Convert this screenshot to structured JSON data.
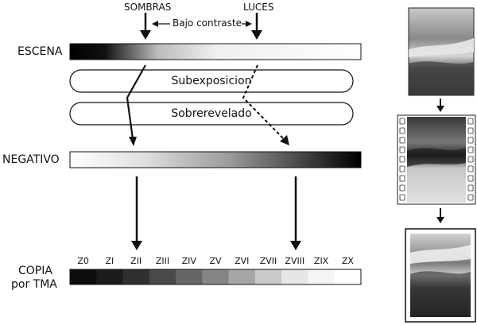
{
  "labels": {
    "sombras": "SOMBRAS",
    "luces": "LUCES",
    "bajo_contraste": "Bajo contraste",
    "escena": "ESCENA",
    "subexposicion": "Subexposicion",
    "sobrerevelado": "Sobrerevelado",
    "negativo": "NEGATIVO",
    "copia_line1": "COPIA",
    "copia_line2": "por TMA"
  },
  "zones": [
    {
      "label": "Z0",
      "shade": "#0d0d0d"
    },
    {
      "label": "ZI",
      "shade": "#1c1c1c"
    },
    {
      "label": "ZII",
      "shade": "#303030"
    },
    {
      "label": "ZIII",
      "shade": "#494949"
    },
    {
      "label": "ZIV",
      "shade": "#666666"
    },
    {
      "label": "ZV",
      "shade": "#858585"
    },
    {
      "label": "ZVI",
      "shade": "#a6a6a6"
    },
    {
      "label": "ZVII",
      "shade": "#c9c9c9"
    },
    {
      "label": "ZVIII",
      "shade": "#e6e6e6"
    },
    {
      "label": "ZIX",
      "shade": "#f5f5f5"
    },
    {
      "label": "ZX",
      "shade": "#ffffff"
    }
  ]
}
